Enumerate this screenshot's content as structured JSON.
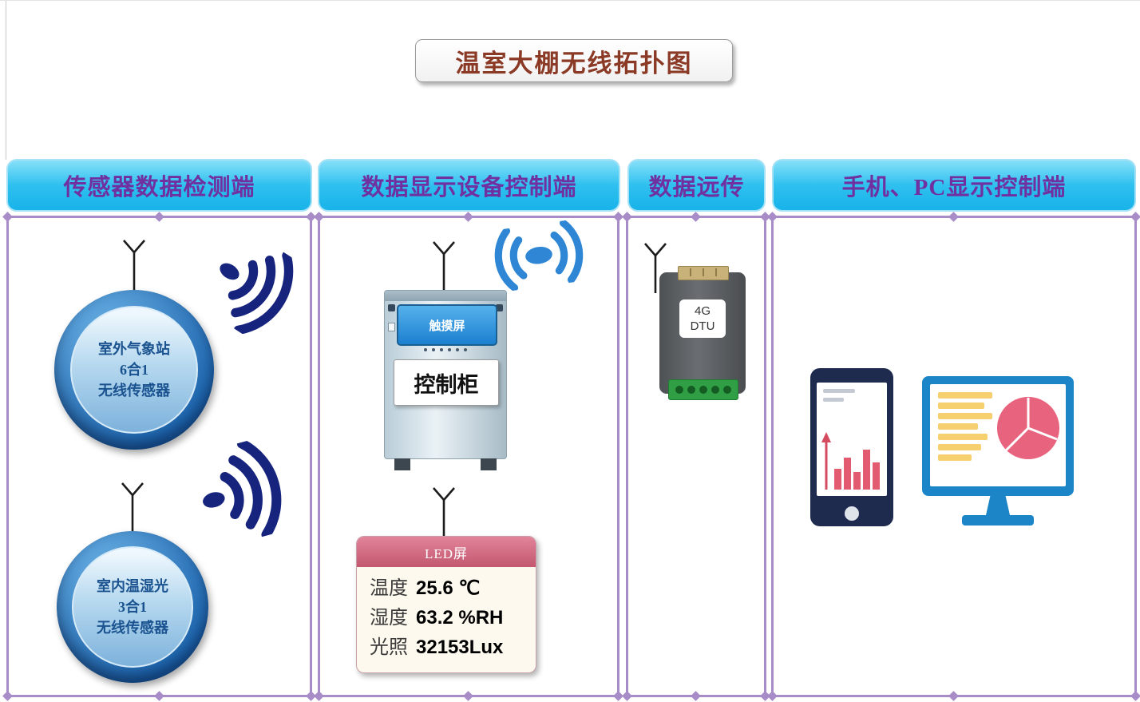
{
  "title": "温室大棚无线拓扑图",
  "headers": {
    "sensor": "传感器数据检测端",
    "display": "数据显示设备控制端",
    "remote": "数据远传",
    "client": "手机、PC显示控制端"
  },
  "sensors": {
    "outdoor": {
      "line1": "室外气象站",
      "line2": "6合1",
      "line3": "无线传感器"
    },
    "indoor": {
      "line1": "室内温湿光",
      "line2": "3合1",
      "line3": "无线传感器"
    }
  },
  "cabinet": {
    "touchscreen": "触摸屏",
    "label": "控制柜"
  },
  "dtu": {
    "line1": "4G",
    "line2": "DTU"
  },
  "led": {
    "header": "LED屏",
    "rows": [
      {
        "label": "温度",
        "value": "25.6 ℃"
      },
      {
        "label": "湿度",
        "value": "63.2 %RH"
      },
      {
        "label": "光照",
        "value": "32153Lux"
      }
    ]
  },
  "colors": {
    "header_bg": "#2fc0ef",
    "header_text": "#7030a0",
    "title_text": "#8b3a26",
    "frame_border": "#a78cc8",
    "wifi_dark": "#16247e",
    "wifi_light": "#2e86d4",
    "led_header": "#c25870",
    "sensor_blue": "#1b63ad"
  }
}
